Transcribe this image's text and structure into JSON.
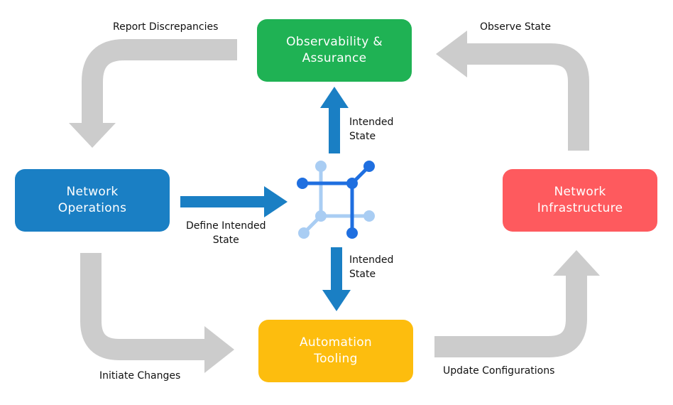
{
  "nodes": {
    "observability": {
      "line1": "Observability &",
      "line2": "Assurance",
      "color": "#1fb254"
    },
    "operations": {
      "line1": "Network",
      "line2": "Operations",
      "color": "#1a7fc4"
    },
    "infrastructure": {
      "line1": "Network",
      "line2": "Infrastructure",
      "color": "#fe5a5e"
    },
    "automation": {
      "line1": "Automation",
      "line2": "Tooling",
      "color": "#fdbd0e"
    }
  },
  "labels": {
    "report": "Report Discrepancies",
    "observe": "Observe State",
    "intended_up": {
      "line1": "Intended",
      "line2": "State"
    },
    "define": {
      "line1": "Define Intended",
      "line2": "State"
    },
    "intended_down": {
      "line1": "Intended",
      "line2": "State"
    },
    "initiate": "Initiate Changes",
    "update": "Update Configurations"
  },
  "colors": {
    "cycle_arrow": "#cccccc",
    "intent_arrow": "#1a7fc4",
    "icon_dark": "#1f6fe0",
    "icon_light": "#a9cdf3"
  },
  "icons": {
    "center": "intent-network-graph-icon"
  }
}
